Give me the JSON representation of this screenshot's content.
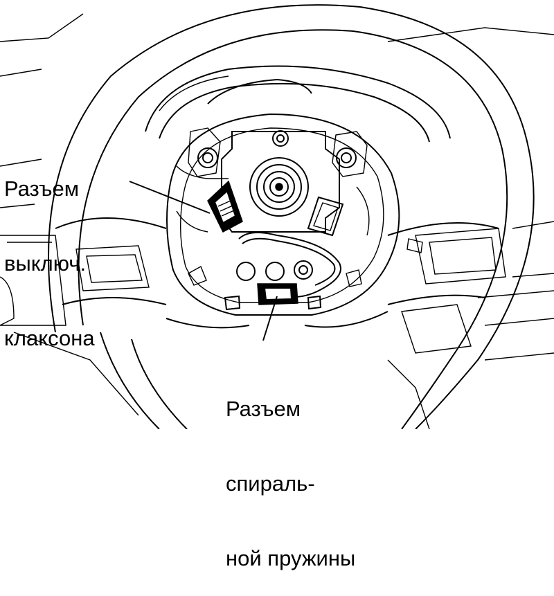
{
  "labels": {
    "horn_connector": [
      "Разъем",
      "выключ.",
      "клаксона"
    ],
    "clock_spring_connector": [
      "Разъем",
      "спираль-",
      "ной пружины"
    ]
  },
  "colors": {
    "ink": "#000000",
    "paper": "#ffffff"
  }
}
